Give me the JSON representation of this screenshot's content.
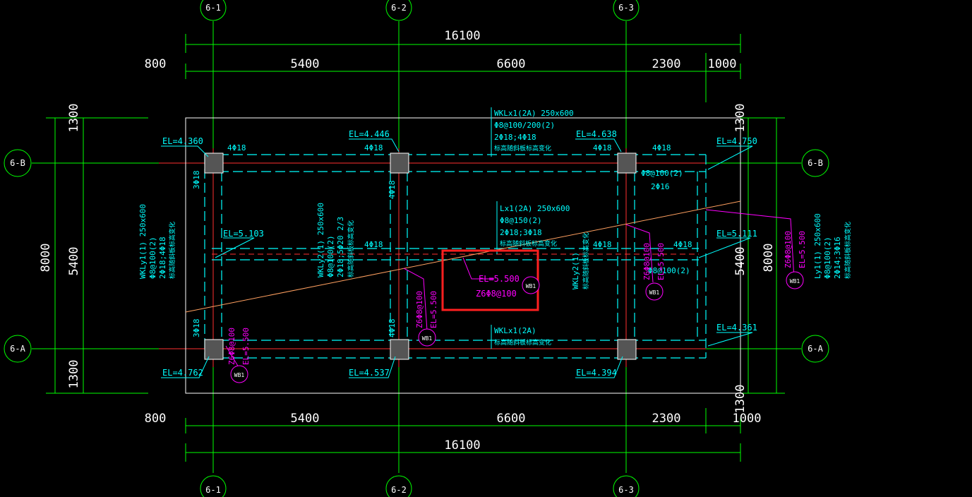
{
  "colors": {
    "background": "#000000",
    "grid": "#00ff00",
    "axis_red": "#ff3030",
    "beam": "#00ffff",
    "text_cyan": "#00ffff",
    "text_white": "#ffffff",
    "magenta": "#ff00ff",
    "highlight": "#ff2020",
    "slope_line": "#ffa060",
    "frame": "#ffffff"
  },
  "axes": {
    "columns": [
      "6-1",
      "6-2",
      "6-3"
    ],
    "rows": [
      "6-B",
      "6-A"
    ]
  },
  "dimensions": {
    "top_overall": "16100",
    "top_segments": [
      "800",
      "5400",
      "6600",
      "2300",
      "1000"
    ],
    "bottom_overall": "16100",
    "bottom_segments": [
      "800",
      "5400",
      "6600",
      "2300",
      "1000"
    ],
    "left_total": "8000",
    "left_segments": [
      "1300",
      "5400",
      "1300"
    ],
    "right_total": "8000",
    "right_segments": [
      "1300",
      "5400",
      "1300"
    ]
  },
  "elevations": {
    "el_4360": "EL=4.360",
    "el_4446": "EL=4.446",
    "el_4638": "EL=4.638",
    "el_4750": "EL=4.750",
    "el_5103": "EL=5.103",
    "el_5111": "EL=5.111",
    "el_4361": "EL=4.361",
    "el_4762": "EL=4.762",
    "el_4537": "EL=4.537",
    "el_4394": "EL=4.394",
    "el_5500_highlight": "EL=5.500"
  },
  "rebar": {
    "r_4phi18": "4Φ18",
    "r_3phi18": "3Φ18",
    "r_phi8_100_2": "Φ8@100(2)",
    "r_2phi16": "2Φ16"
  },
  "beams": {
    "wklx1_top": [
      "WKLx1(2A) 250x600",
      "Φ8@100/200(2)",
      "2Φ18;4Φ18",
      "标高随斜板标高变化"
    ],
    "lx1": [
      "Lx1(2A) 250x600",
      "Φ8@150(2)",
      "2Φ18;3Φ18",
      "标高随斜板标高变化"
    ],
    "wklx1_bottom": [
      "WKLx1(2A)",
      "标高随斜板标高变化"
    ],
    "wkly1_left": [
      "WKLy1(1) 250x600",
      "Φ8@100(2)",
      "2Φ18;4Φ18",
      "标高随斜板标高变化"
    ],
    "wkly2_left": [
      "WKLy2(1) 250x600",
      "Φ8@100(2)",
      "2Φ18;5Φ20 2/3",
      "标高随斜板标高变化"
    ],
    "wkly2_right": [
      "WKLy2(1)",
      "标高随斜板标高变化"
    ],
    "ly1_right": [
      "Ly1(1) 250x600",
      "Φ8@100(2)",
      "2Φ14;3Φ16",
      "标高随斜板标高变化"
    ]
  },
  "slabs": {
    "wb_label": "WB1",
    "z6_phi8_100": "Z6Φ8@100",
    "el_5500": "EL=5.500",
    "highlight_el": "EL=5.500",
    "highlight_z6": "Z6Φ8@100"
  }
}
